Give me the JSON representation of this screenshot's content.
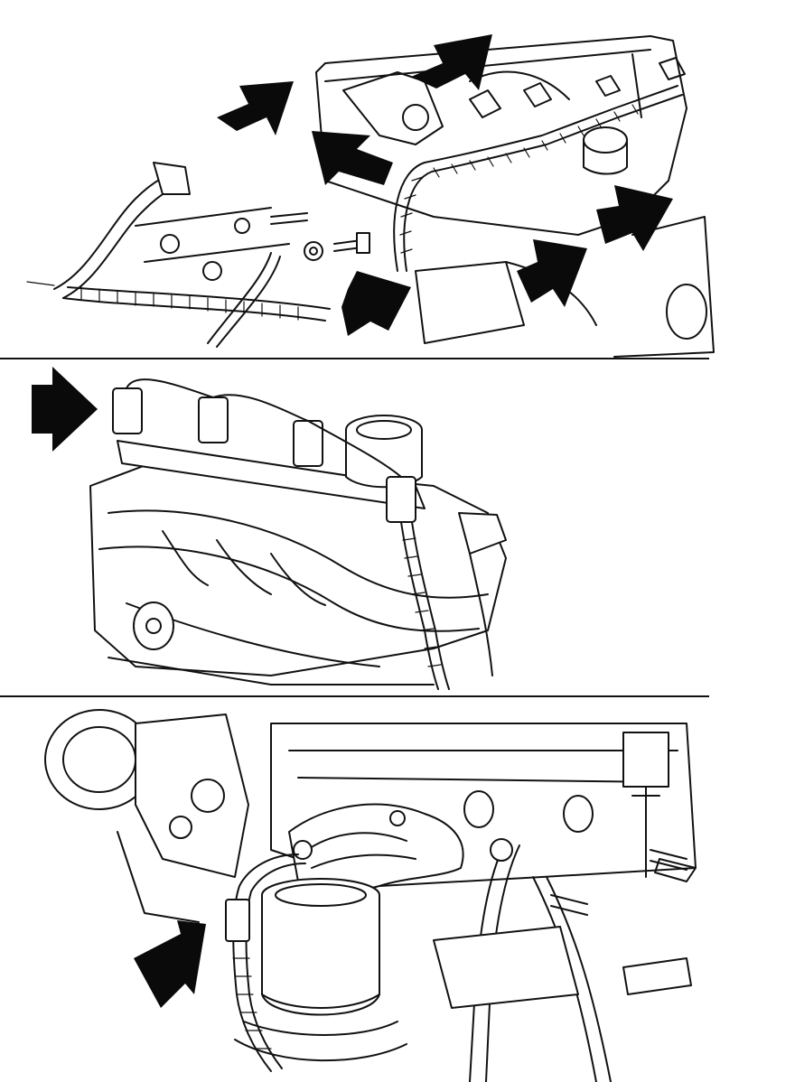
{
  "figure": {
    "panel_count": 3,
    "panels": [
      {
        "id": "panel-1",
        "subject": "engine-top-wiring-harness",
        "arrow_count": 6
      },
      {
        "id": "panel-2",
        "subject": "intake-manifold-injector-connectors",
        "arrow_count": 1
      },
      {
        "id": "panel-3",
        "subject": "exhaust-manifold-oxygen-sensor",
        "arrow_count": 1
      }
    ],
    "colors": {
      "line": "#111111",
      "arrow": "#0a0a0a",
      "background": "#ffffff"
    }
  }
}
